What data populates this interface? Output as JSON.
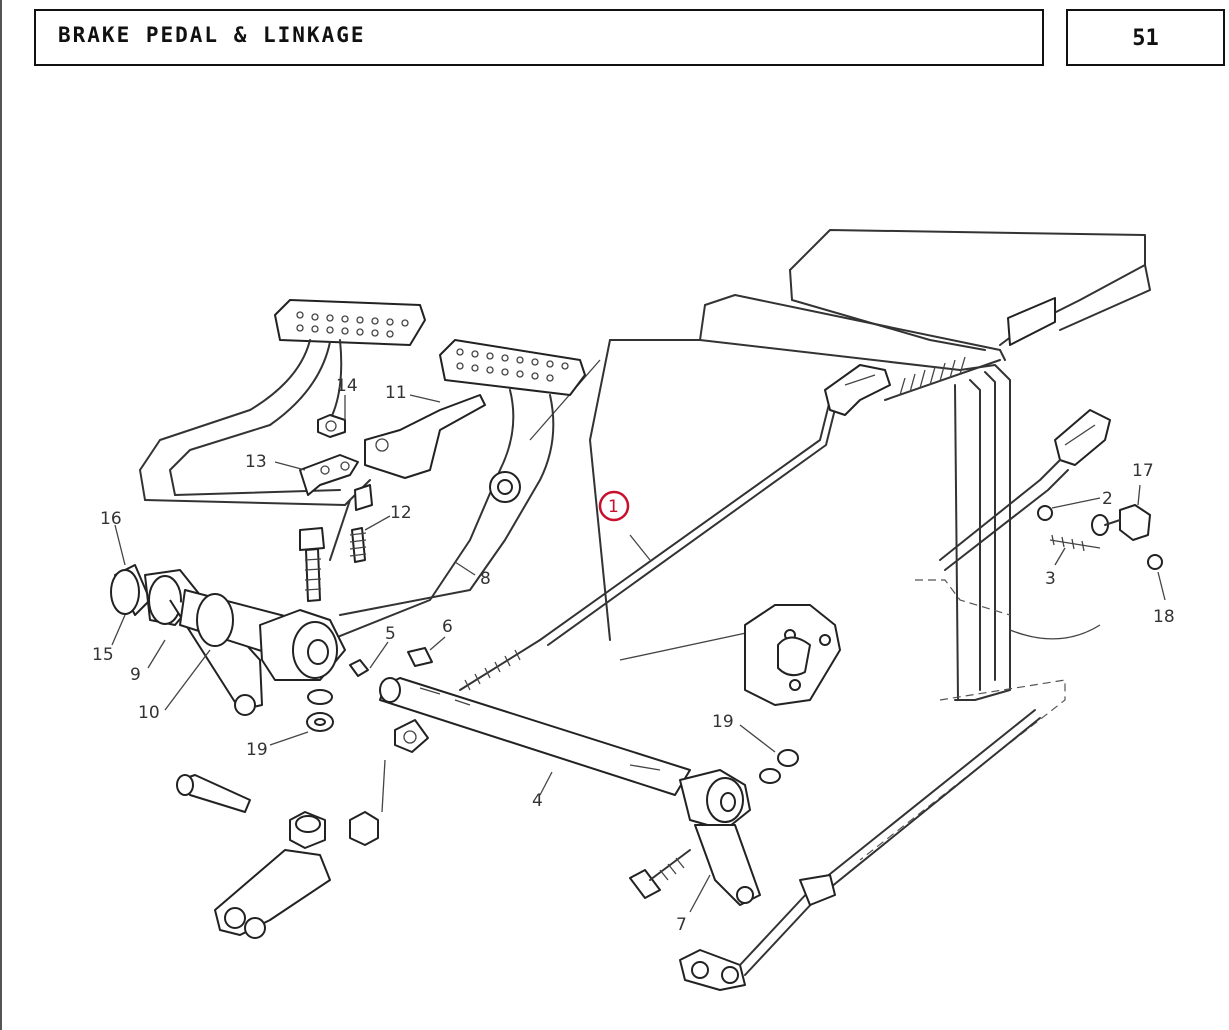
{
  "header": {
    "title": "BRAKE PEDAL & LINKAGE",
    "page_number": "51"
  },
  "highlight": {
    "label": "1",
    "color": "#c8102e"
  },
  "callouts": [
    {
      "id": "c2",
      "label": "2"
    },
    {
      "id": "c3",
      "label": "3"
    },
    {
      "id": "c4",
      "label": "4"
    },
    {
      "id": "c5",
      "label": "5"
    },
    {
      "id": "c6",
      "label": "6"
    },
    {
      "id": "c7",
      "label": "7"
    },
    {
      "id": "c8",
      "label": "8"
    },
    {
      "id": "c9",
      "label": "9"
    },
    {
      "id": "c10",
      "label": "10"
    },
    {
      "id": "c11",
      "label": "11"
    },
    {
      "id": "c12",
      "label": "12"
    },
    {
      "id": "c13",
      "label": "13"
    },
    {
      "id": "c14",
      "label": "14"
    },
    {
      "id": "c15",
      "label": "15"
    },
    {
      "id": "c16",
      "label": "16"
    },
    {
      "id": "c17",
      "label": "17"
    },
    {
      "id": "c18",
      "label": "18"
    },
    {
      "id": "c19a",
      "label": "19"
    },
    {
      "id": "c19b",
      "label": "19"
    }
  ]
}
